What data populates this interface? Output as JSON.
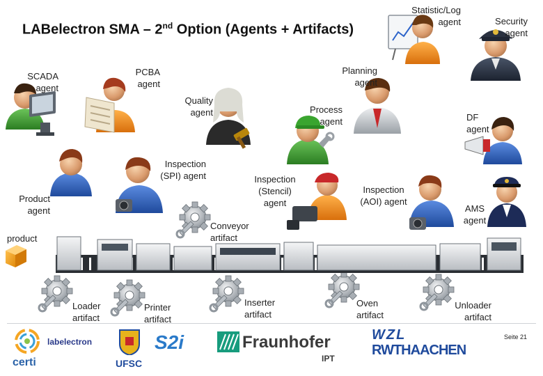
{
  "title_main": "LABelectron SMA – 2",
  "title_sup": "nd",
  "title_rest": " Option (Agents + Artifacts)",
  "agents": {
    "statistic": "Statistic/Log agent",
    "security": "Security agent",
    "scada": "SCADA agent",
    "pcba": "PCBA agent",
    "planning": "Planning agent",
    "quality": "Quality agent",
    "process": "Process agent",
    "df": "DF agent",
    "inspection_spi": "Inspection (SPI) agent",
    "inspection_stencil": "Inspection (Stencil) agent",
    "inspection_aoi": "Inspection (AOI) agent",
    "product": "Product agent",
    "ams": "AMS agent"
  },
  "artifacts": {
    "conveyor": "Conveyor artifact",
    "product": "product",
    "loader": "Loader artifact",
    "printer": "Printer artifact",
    "inserter": "Inserter artifact",
    "oven": "Oven artifact",
    "unloader": "Unloader artifact"
  },
  "page_number": "Seite 21",
  "logos": {
    "certi": "certi",
    "labelectron": "labelectron",
    "ufsc": "UFSC",
    "s2i": "S2i",
    "fraunhofer": "Fraunhofer",
    "ipt": "IPT",
    "wzl": "WZL",
    "rwth": "RWTHAACHEN"
  },
  "colors": {
    "shirt_blue": "#2f5fb8",
    "shirt_orange": "#f08a1c",
    "shirt_green": "#3c9a2e",
    "shirt_red": "#c8282a",
    "machine_gray": "#cfd2d6",
    "product_orange": "#f5a623"
  }
}
